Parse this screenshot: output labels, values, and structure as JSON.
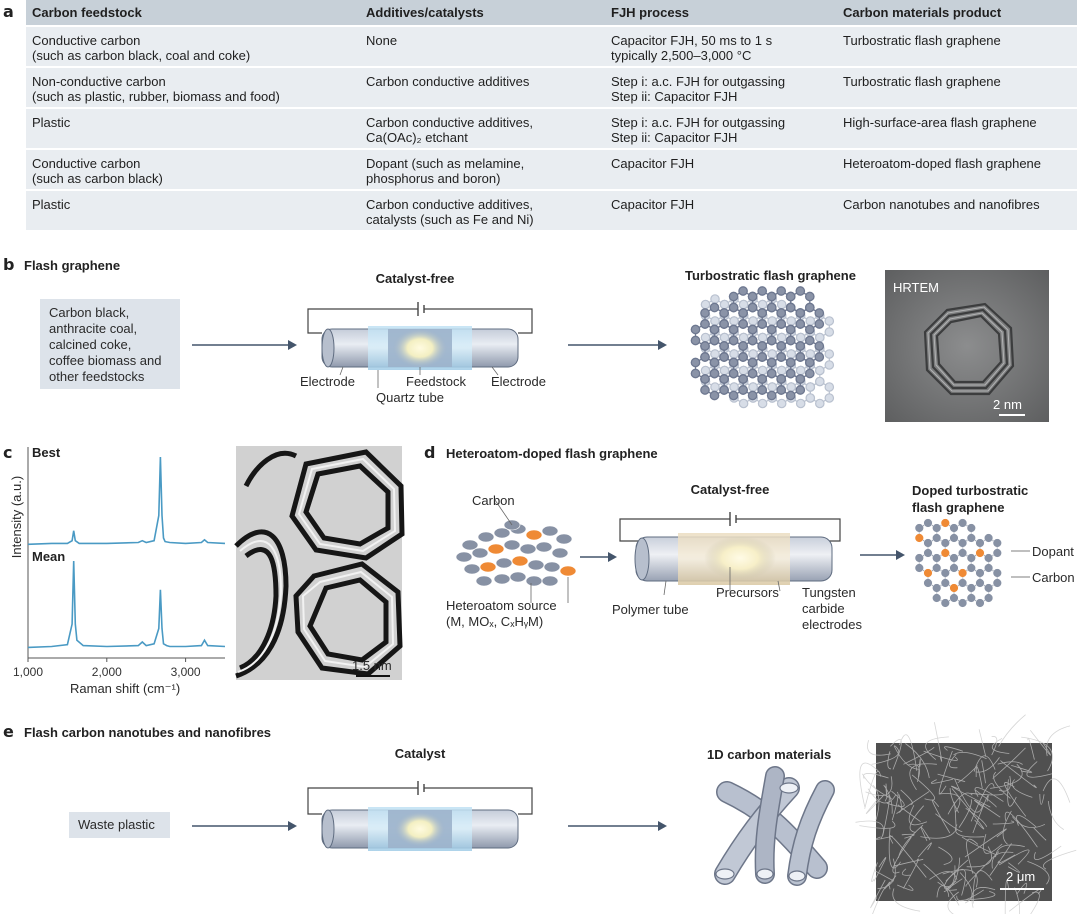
{
  "panel_a": {
    "label": "a",
    "headers": [
      "Carbon feedstock",
      "Additives/catalysts",
      "FJH process",
      "Carbon materials product"
    ],
    "rows": [
      {
        "feedstock": [
          "Conductive carbon",
          "(such as carbon black, coal and coke)"
        ],
        "additives": [
          "None"
        ],
        "process": [
          "Capacitor FJH, 50 ms to 1 s",
          "typically 2,500–3,000 °C"
        ],
        "product": [
          "Turbostratic flash graphene"
        ]
      },
      {
        "feedstock": [
          "Non-conductive carbon",
          "(such as plastic, rubber, biomass and food)"
        ],
        "additives": [
          "Carbon conductive additives"
        ],
        "process": [
          "Step i: a.c. FJH for outgassing",
          "Step ii: Capacitor FJH"
        ],
        "product": [
          "Turbostratic flash graphene"
        ]
      },
      {
        "feedstock": [
          "Plastic"
        ],
        "additives": [
          "Carbon conductive additives,",
          "Ca(OAc)₂ etchant"
        ],
        "process": [
          "Step i: a.c. FJH for outgassing",
          "Step ii: Capacitor FJH"
        ],
        "product": [
          "High-surface-area flash graphene"
        ]
      },
      {
        "feedstock": [
          "Conductive carbon",
          "(such as carbon black)"
        ],
        "additives": [
          "Dopant (such as melamine,",
          "phosphorus and boron)"
        ],
        "process": [
          "Capacitor FJH"
        ],
        "product": [
          "Heteroatom-doped flash graphene"
        ]
      },
      {
        "feedstock": [
          "Plastic"
        ],
        "additives": [
          "Carbon conductive additives,",
          "catalysts (such as Fe and Ni)"
        ],
        "process": [
          "Capacitor FJH"
        ],
        "product": [
          "Carbon nanotubes and nanofibres"
        ]
      }
    ]
  },
  "panel_b": {
    "label": "b",
    "title": "Flash graphene",
    "condition": "Catalyst-free",
    "feedstock_lines": [
      "Carbon black,",
      "anthracite coal,",
      "calcined coke,",
      "coffee biomass and",
      "other feedstocks"
    ],
    "labels": {
      "electrode_left": "Electrode",
      "feedstock": "Feedstock",
      "electrode_right": "Electrode",
      "quartz": "Quartz tube"
    },
    "product_title": "Turbostratic flash graphene",
    "micrograph_label": "HRTEM",
    "scale": "2 nm"
  },
  "panel_c": {
    "label": "c",
    "ylabel": "Intensity (a.u.)",
    "xlabel": "Raman shift (cm⁻¹)",
    "scale": "1.5 nm",
    "color": "#4a9ac4",
    "chart_data": {
      "type": "line",
      "xlabel": "Raman shift (cm⁻¹)",
      "ylabel": "Intensity (a.u.)",
      "xlim": [
        1000,
        3500
      ],
      "x_ticks": [
        "1,000",
        "2,000",
        "3,000"
      ],
      "x_tick_values": [
        1000,
        2000,
        3000
      ],
      "series": [
        {
          "name": "Best",
          "x": [
            1000,
            1300,
            1500,
            1560,
            1580,
            1600,
            1650,
            2000,
            2400,
            2450,
            2500,
            2600,
            2660,
            2680,
            2700,
            2720,
            2740,
            2800,
            3000,
            3200,
            3240,
            3280,
            3500
          ],
          "y": [
            0.03,
            0.04,
            0.04,
            0.07,
            0.18,
            0.07,
            0.04,
            0.04,
            0.05,
            0.07,
            0.05,
            0.07,
            0.35,
            1.0,
            0.35,
            0.1,
            0.06,
            0.05,
            0.04,
            0.05,
            0.08,
            0.05,
            0.04
          ]
        },
        {
          "name": "Mean",
          "x": [
            1000,
            1300,
            1500,
            1560,
            1580,
            1600,
            1620,
            1700,
            2000,
            2400,
            2450,
            2500,
            2600,
            2660,
            2680,
            2700,
            2720,
            2760,
            2800,
            3000,
            3200,
            3240,
            3280,
            3500
          ],
          "y": [
            0.04,
            0.05,
            0.07,
            0.3,
            1.0,
            0.3,
            0.12,
            0.06,
            0.05,
            0.06,
            0.1,
            0.06,
            0.08,
            0.25,
            0.68,
            0.25,
            0.08,
            0.06,
            0.05,
            0.05,
            0.06,
            0.12,
            0.06,
            0.05
          ]
        }
      ]
    }
  },
  "panel_d": {
    "label": "d",
    "title": "Heteroatom-doped flash graphene",
    "condition": "Catalyst-free",
    "carbon_label": "Carbon",
    "source_line1": "Heteroatom source",
    "source_line2": "(M, MOₓ, CₓHᵧM)",
    "polymer": "Polymer tube",
    "precursors": "Precursors",
    "tungsten_lines": [
      "Tungsten",
      "carbide",
      "electrodes"
    ],
    "product_lines": [
      "Doped turbostratic",
      "flash graphene"
    ],
    "dopant": "Dopant",
    "carbon2": "Carbon",
    "colors": {
      "dopant": "#ef8a35",
      "carbon": "#8791a4"
    }
  },
  "panel_e": {
    "label": "e",
    "title": "Flash carbon nanotubes and nanofibres",
    "condition": "Catalyst",
    "feedstock": "Waste plastic",
    "product_title": "1D carbon materials",
    "scale": "2 μm"
  }
}
